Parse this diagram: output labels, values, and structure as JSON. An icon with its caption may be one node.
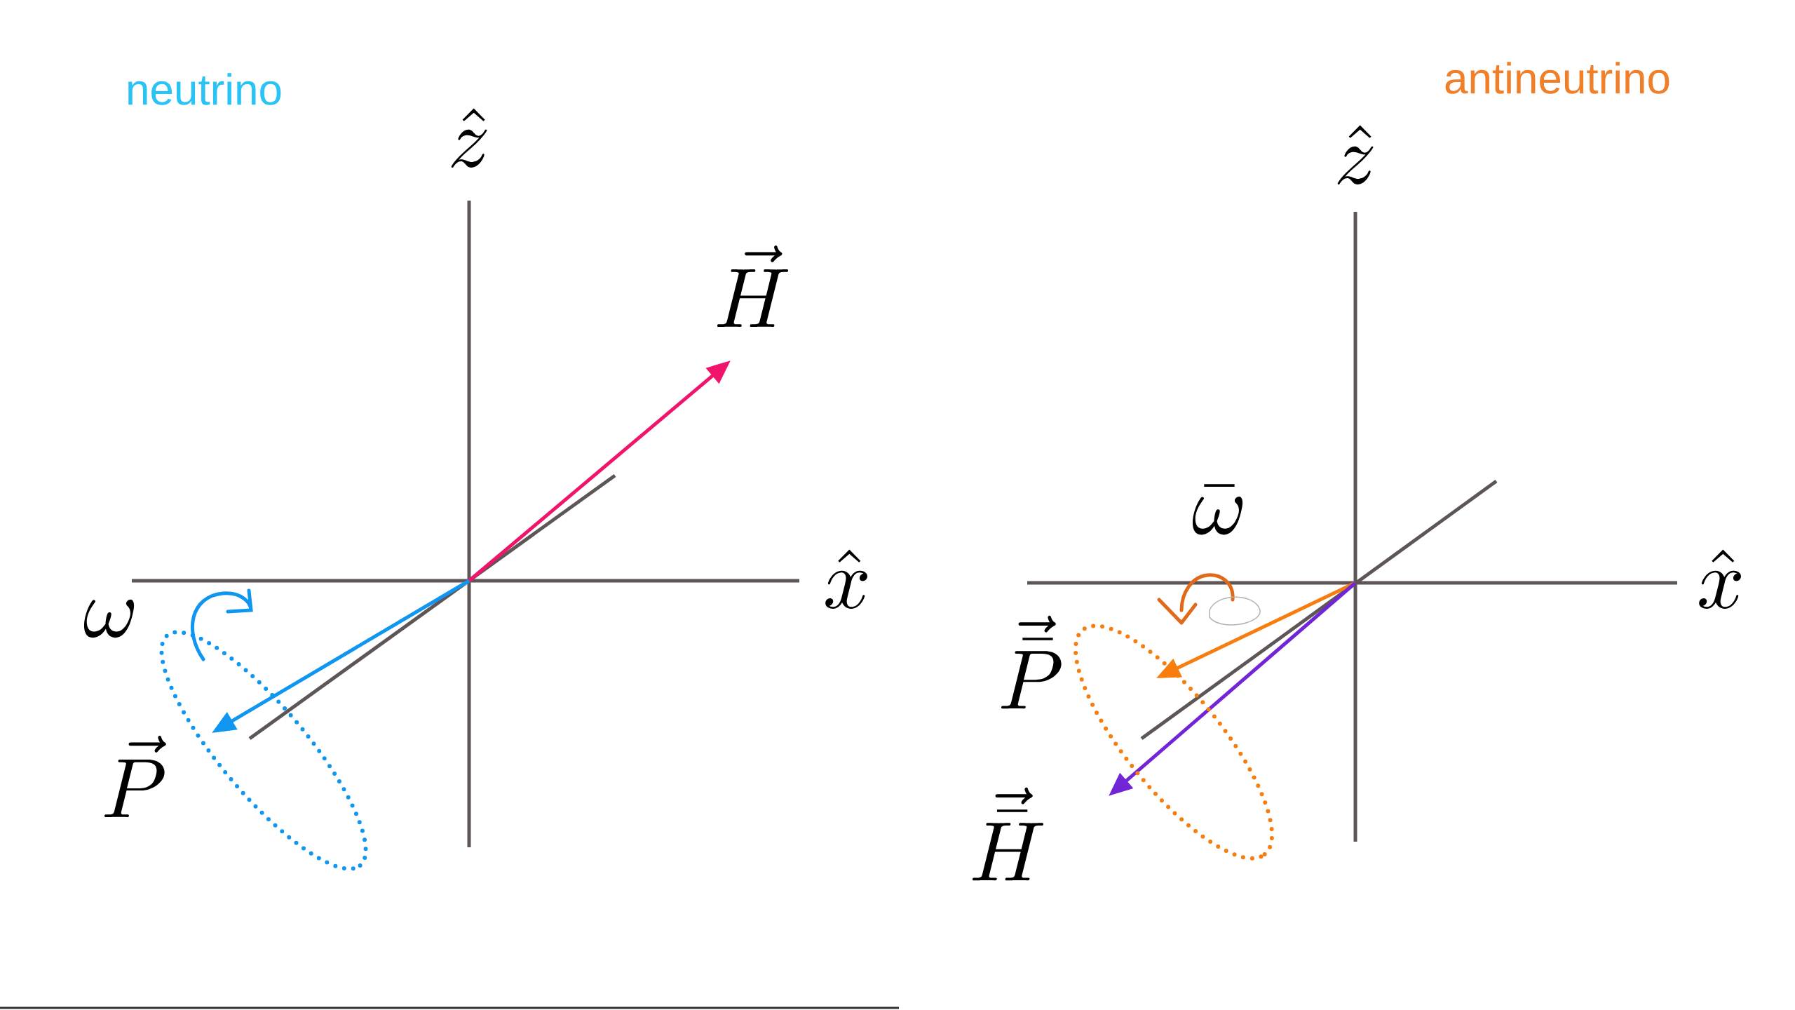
{
  "diagram": {
    "labels": [
      "neutrino",
      "antineutrino",
      "\\hat{z}",
      "\\hat{x}",
      "\\vec{H}",
      "\\omega",
      "\\vec{P}",
      "\\hat{z}",
      "\\hat{x}",
      "\\bar{\\omega}",
      "\\vec{\\bar{P}}",
      "\\vec{\\bar{H}}"
    ]
  }
}
